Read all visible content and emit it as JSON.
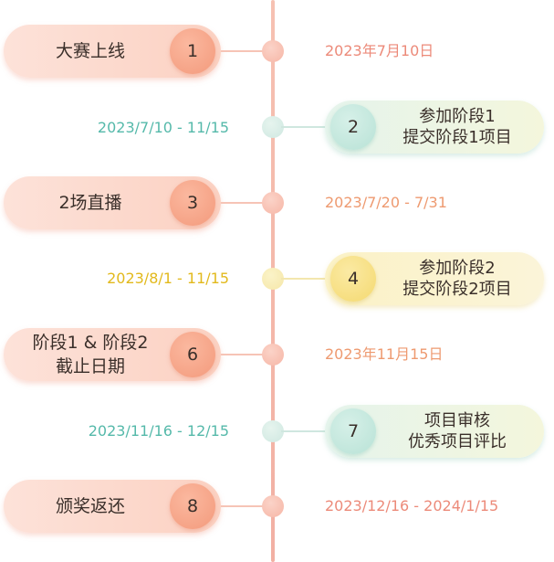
{
  "milestones": [
    {
      "number": "1",
      "label": "大赛上线",
      "date": "2023年7月10日"
    },
    {
      "number": "2",
      "label": "参加阶段1\n提交阶段1项目",
      "date": "2023/7/10 - 11/15"
    },
    {
      "number": "3",
      "label": "2场直播",
      "date": "2023/7/20 - 7/31"
    },
    {
      "number": "4",
      "label": "参加阶段2\n提交阶段2项目",
      "date": "2023/8/1 - 11/15"
    },
    {
      "number": "6",
      "label": "阶段1 & 阶段2\n截止日期",
      "date": "2023年11月15日"
    },
    {
      "number": "7",
      "label": "项目审核\n优秀项目评比",
      "date": "2023/11/16 - 12/15"
    },
    {
      "number": "8",
      "label": "颁奖返还",
      "date": "2023/12/16 - 2024/1/15"
    }
  ],
  "colors": {
    "timeline_axis": "#f2b0a3",
    "left_pill": "#fbd1c2",
    "left_circle": "#f39a7c",
    "right_pill_teal": "#e5f4ec",
    "right_pill_yellow": "#fbf2c6",
    "date_pink": "#ec8a79",
    "date_orange": "#ee9a70",
    "date_teal": "#55b9aa",
    "date_yellow": "#e2b91c"
  }
}
